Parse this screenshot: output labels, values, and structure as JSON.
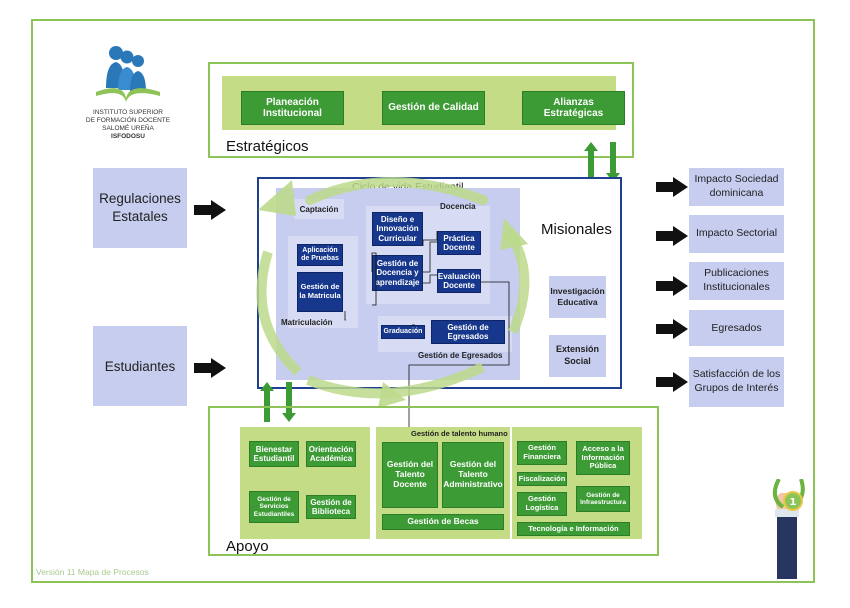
{
  "logo": {
    "line1": "INSTITUTO SUPERIOR",
    "line2": "DE FORMACIÓN DOCENTE",
    "line3": "SALOMÉ UREÑA",
    "acronym": "ISFODOSU"
  },
  "estrategicos": {
    "label": "Estratégicos",
    "items": [
      "Planeación Institucional",
      "Gestión de Calidad",
      "Alianzas Estratégicas"
    ]
  },
  "inputs": [
    "Regulaciones Estatales",
    "Estudiantes"
  ],
  "misionales": {
    "label": "Misionales",
    "ciclo_title": "Ciclo de vida Estudiantil",
    "captacion": "Captación",
    "aplicacion": "Aplicación de Pruebas",
    "gestion_matricula": "Gestión de la Matricula",
    "matriculacion": "Matriculación",
    "docencia": "Docencia",
    "diseno": "Diseño e Innovación Curricular",
    "gestion_docencia": "Gestión de Docencia y aprendizaje",
    "practica": "Práctica Docente",
    "evaluacion": "Evaluación Docente",
    "graduacion": "Graduación",
    "gestion_egresados_box": "Gestión de Egresados",
    "gestion_egresados_label": "Gestión de Egresados",
    "investigacion": "Investigación Educativa",
    "extension": "Extensión Social"
  },
  "outputs": [
    "Impacto Sociedad dominicana",
    "Impacto Sectorial",
    "Publicaciones Institucionales",
    "Egresados",
    "Satisfacción de los Grupos de Interés"
  ],
  "apoyo": {
    "label": "Apoyo",
    "estudiantil": [
      "Bienestar Estudiantil",
      "Orientación Académica",
      "Gestión de Servicios Estudiantiles",
      "Gestión de Biblioteca"
    ],
    "talento_label": "Gestión de talento humano",
    "talento": [
      "Gestión del Talento Docente",
      "Gestión del Talento Administrativo"
    ],
    "becas": "Gestión de Becas",
    "admin": [
      "Gestión Financiera",
      "Acceso a la Información Pública",
      "Fiscalización",
      "Gestión Logística",
      "Gestión de Infraestructura"
    ],
    "tecnologia": "Tecnología e Información"
  },
  "footer": "Versión 11 Mapa de Procesos",
  "colors": {
    "frame": "#8dc357",
    "navy": "#17378c",
    "green": "#3d9b35",
    "lavender": "#c6cdef",
    "light_green": "#c5dc86",
    "outer_border": "#8dc357"
  }
}
